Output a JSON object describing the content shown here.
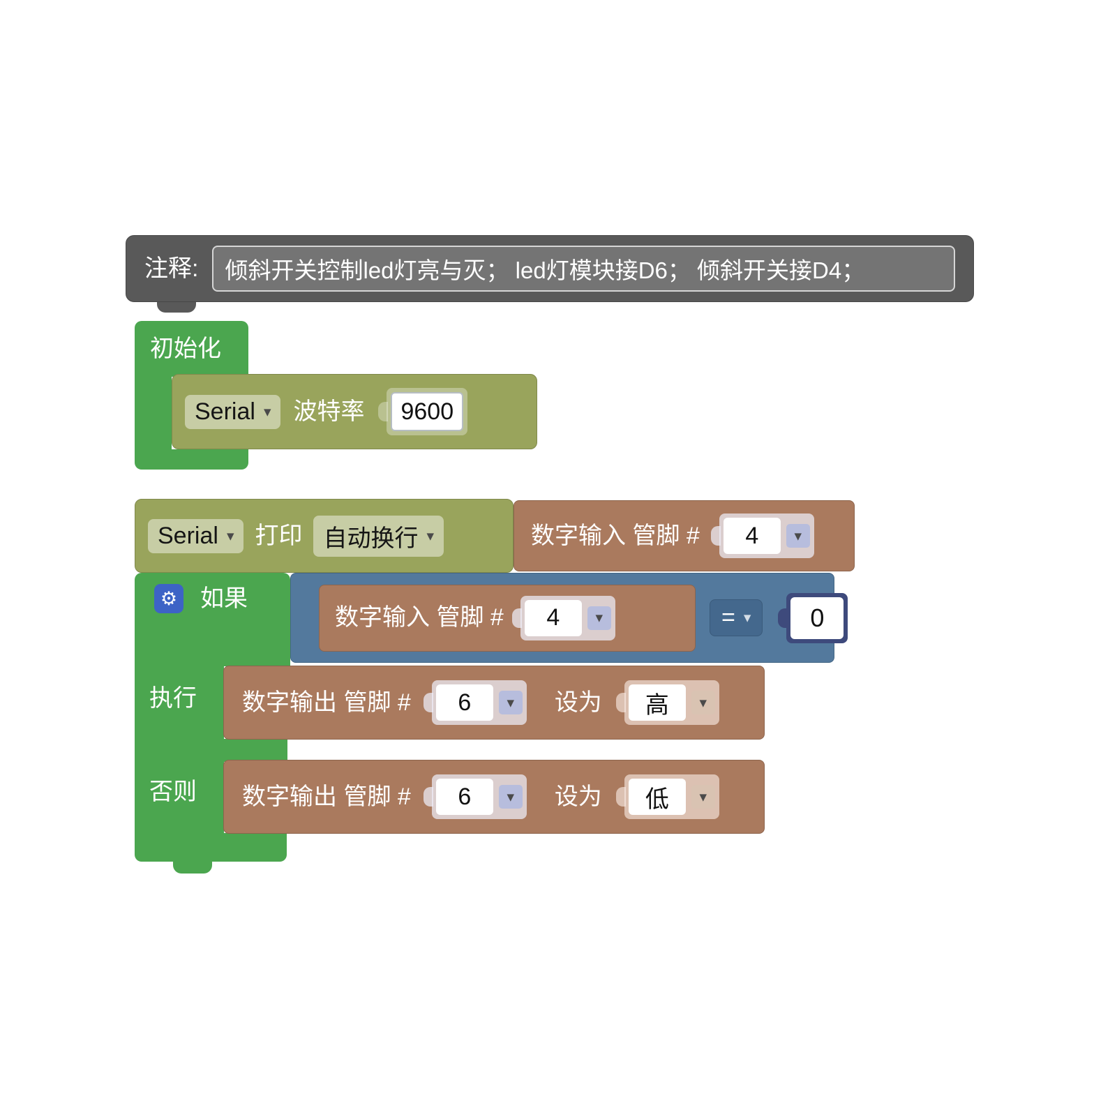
{
  "comment_block": {
    "label": "注释:",
    "text": "倾斜开关控制led灯亮与灭； led灯模块接D6； 倾斜开关接D4；"
  },
  "setup_block": {
    "title": "初始化",
    "serial": {
      "device": "Serial",
      "baud_label": "波特率",
      "baud_value": "9600"
    }
  },
  "serial_print_block": {
    "device": "Serial",
    "print_label": "打印",
    "newline_option": "自动换行",
    "arg": {
      "label": "数字输入 管脚 #",
      "pin": "4"
    }
  },
  "if_block": {
    "if_label": "如果",
    "do_label": "执行",
    "else_label": "否则",
    "condition": {
      "left_label": "数字输入 管脚 #",
      "left_pin": "4",
      "operator": "=",
      "right_value": "0"
    },
    "do_statement": {
      "label": "数字输出 管脚 #",
      "pin": "6",
      "set_label": "设为",
      "level": "高"
    },
    "else_statement": {
      "label": "数字输出 管脚 #",
      "pin": "6",
      "set_label": "设为",
      "level": "低"
    }
  },
  "icons": {
    "dropdown_arrow": "▾",
    "gear": "⚙"
  },
  "colors": {
    "comment_gray": "#595959",
    "green": "#4ba64f",
    "olive": "#99a45c",
    "brown": "#aa7a5e",
    "blue": "#53799d",
    "navy_shadow": "#3e4a7c"
  }
}
